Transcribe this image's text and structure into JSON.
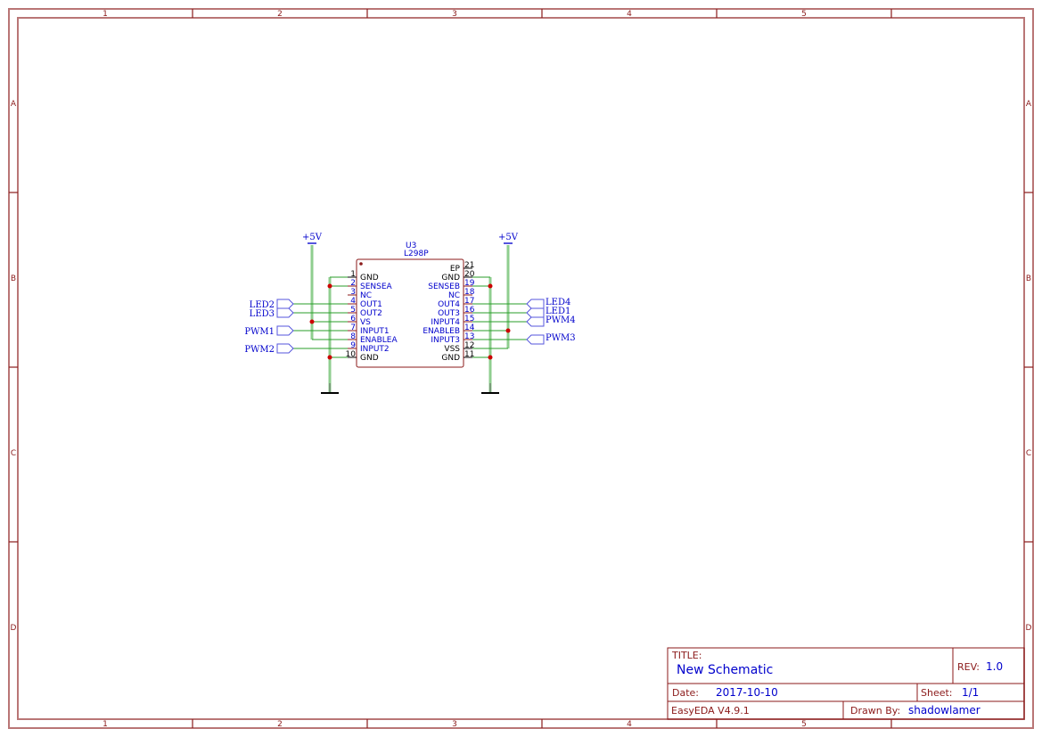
{
  "sheet": {
    "columns": [
      "1",
      "2",
      "3",
      "4",
      "5"
    ],
    "rows": [
      "A",
      "B",
      "C",
      "D"
    ],
    "frame_color": "#8b1a1a"
  },
  "component": {
    "ref": "U3",
    "part": "L298P",
    "left_pins": [
      {
        "num": "1",
        "name": "GND",
        "black": true
      },
      {
        "num": "2",
        "name": "SENSEA",
        "black": false
      },
      {
        "num": "3",
        "name": "NC",
        "black": false
      },
      {
        "num": "4",
        "name": "OUT1",
        "black": false
      },
      {
        "num": "5",
        "name": "OUT2",
        "black": false
      },
      {
        "num": "6",
        "name": "VS",
        "black": false
      },
      {
        "num": "7",
        "name": "INPUT1",
        "black": false
      },
      {
        "num": "8",
        "name": "ENABLEA",
        "black": false
      },
      {
        "num": "9",
        "name": "INPUT2",
        "black": false
      },
      {
        "num": "10",
        "name": "GND",
        "black": true
      }
    ],
    "right_pins": [
      {
        "num": "21",
        "name": "EP",
        "black": true
      },
      {
        "num": "20",
        "name": "GND",
        "black": true
      },
      {
        "num": "19",
        "name": "SENSEB",
        "black": false
      },
      {
        "num": "18",
        "name": "NC",
        "black": false
      },
      {
        "num": "17",
        "name": "OUT4",
        "black": false
      },
      {
        "num": "16",
        "name": "OUT3",
        "black": false
      },
      {
        "num": "15",
        "name": "INPUT4",
        "black": false
      },
      {
        "num": "14",
        "name": "ENABLEB",
        "black": false
      },
      {
        "num": "13",
        "name": "INPUT3",
        "black": false
      },
      {
        "num": "12",
        "name": "VSS",
        "black": true
      },
      {
        "num": "11",
        "name": "GND",
        "black": true
      }
    ]
  },
  "power": {
    "left": "+5V",
    "right": "+5V"
  },
  "net_labels": {
    "led2": "LED2",
    "led3": "LED3",
    "pwm1": "PWM1",
    "pwm2": "PWM2",
    "led4": "LED4",
    "led1": "LED1",
    "pwm4": "PWM4",
    "pwm3": "PWM3"
  },
  "title_block": {
    "title_label": "TITLE:",
    "title_value": "New Schematic",
    "rev_label": "REV:",
    "rev_value": "1.0",
    "date_label": "Date:",
    "date_value": "2017-10-10",
    "sheet_label": "Sheet:",
    "sheet_value": "1/1",
    "tool": "EasyEDA V4.9.1",
    "drawn_by_label": "Drawn By:",
    "drawn_by_value": "shadowlamer"
  }
}
